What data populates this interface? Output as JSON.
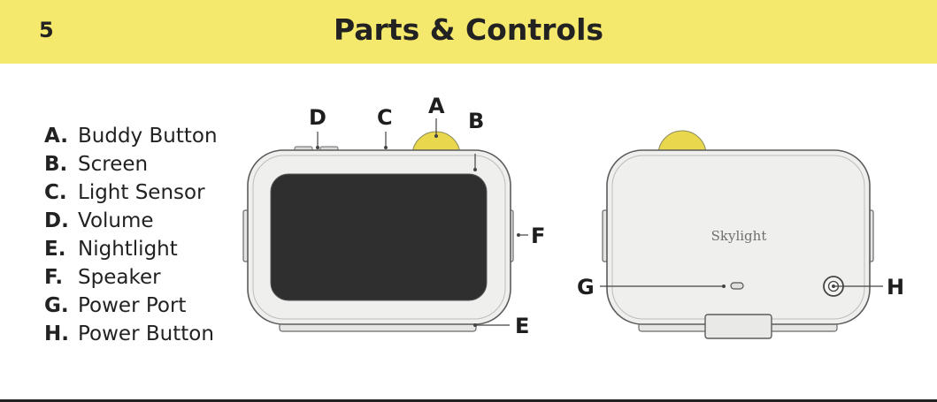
{
  "header": {
    "page_number": "5",
    "title": "Parts & Controls",
    "color": "#f4e96c"
  },
  "legend": [
    {
      "letter": "A.",
      "label": "Buddy Button"
    },
    {
      "letter": "B.",
      "label": "Screen"
    },
    {
      "letter": "C.",
      "label": "Light Sensor"
    },
    {
      "letter": "D.",
      "label": "Volume"
    },
    {
      "letter": "E.",
      "label": "Nightlight"
    },
    {
      "letter": "F.",
      "label": "Speaker"
    },
    {
      "letter": "G.",
      "label": "Power Port"
    },
    {
      "letter": "H.",
      "label": "Power Button"
    }
  ],
  "callouts": {
    "a": "A",
    "b": "B",
    "c": "C",
    "d": "D",
    "e": "E",
    "f": "F",
    "g": "G",
    "h": "H"
  },
  "device": {
    "brand": "Skylight",
    "buddy_button_color": "#e9d84e",
    "screen_color": "#2f2f2f",
    "body_color": "#efefed"
  }
}
